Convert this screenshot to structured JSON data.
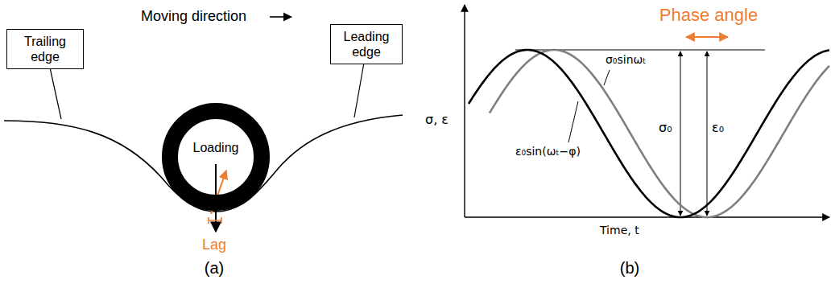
{
  "diagram": {
    "nodes": [
      {
        "text": [
          "Trailing edge"
        ]
      },
      {
        "text": [
          "Leading edge"
        ]
      },
      {
        "text": [
          "Loading"
        ]
      }
    ],
    "labels": [
      "Moving direction",
      "Lag",
      "(a)",
      "Phase angle",
      "σ, ε",
      "σ₀sinωₜ",
      "σ₀",
      "ε₀",
      "ε₀sin(ωₜ−φ)",
      "Time, t",
      "(b)"
    ]
  }
}
